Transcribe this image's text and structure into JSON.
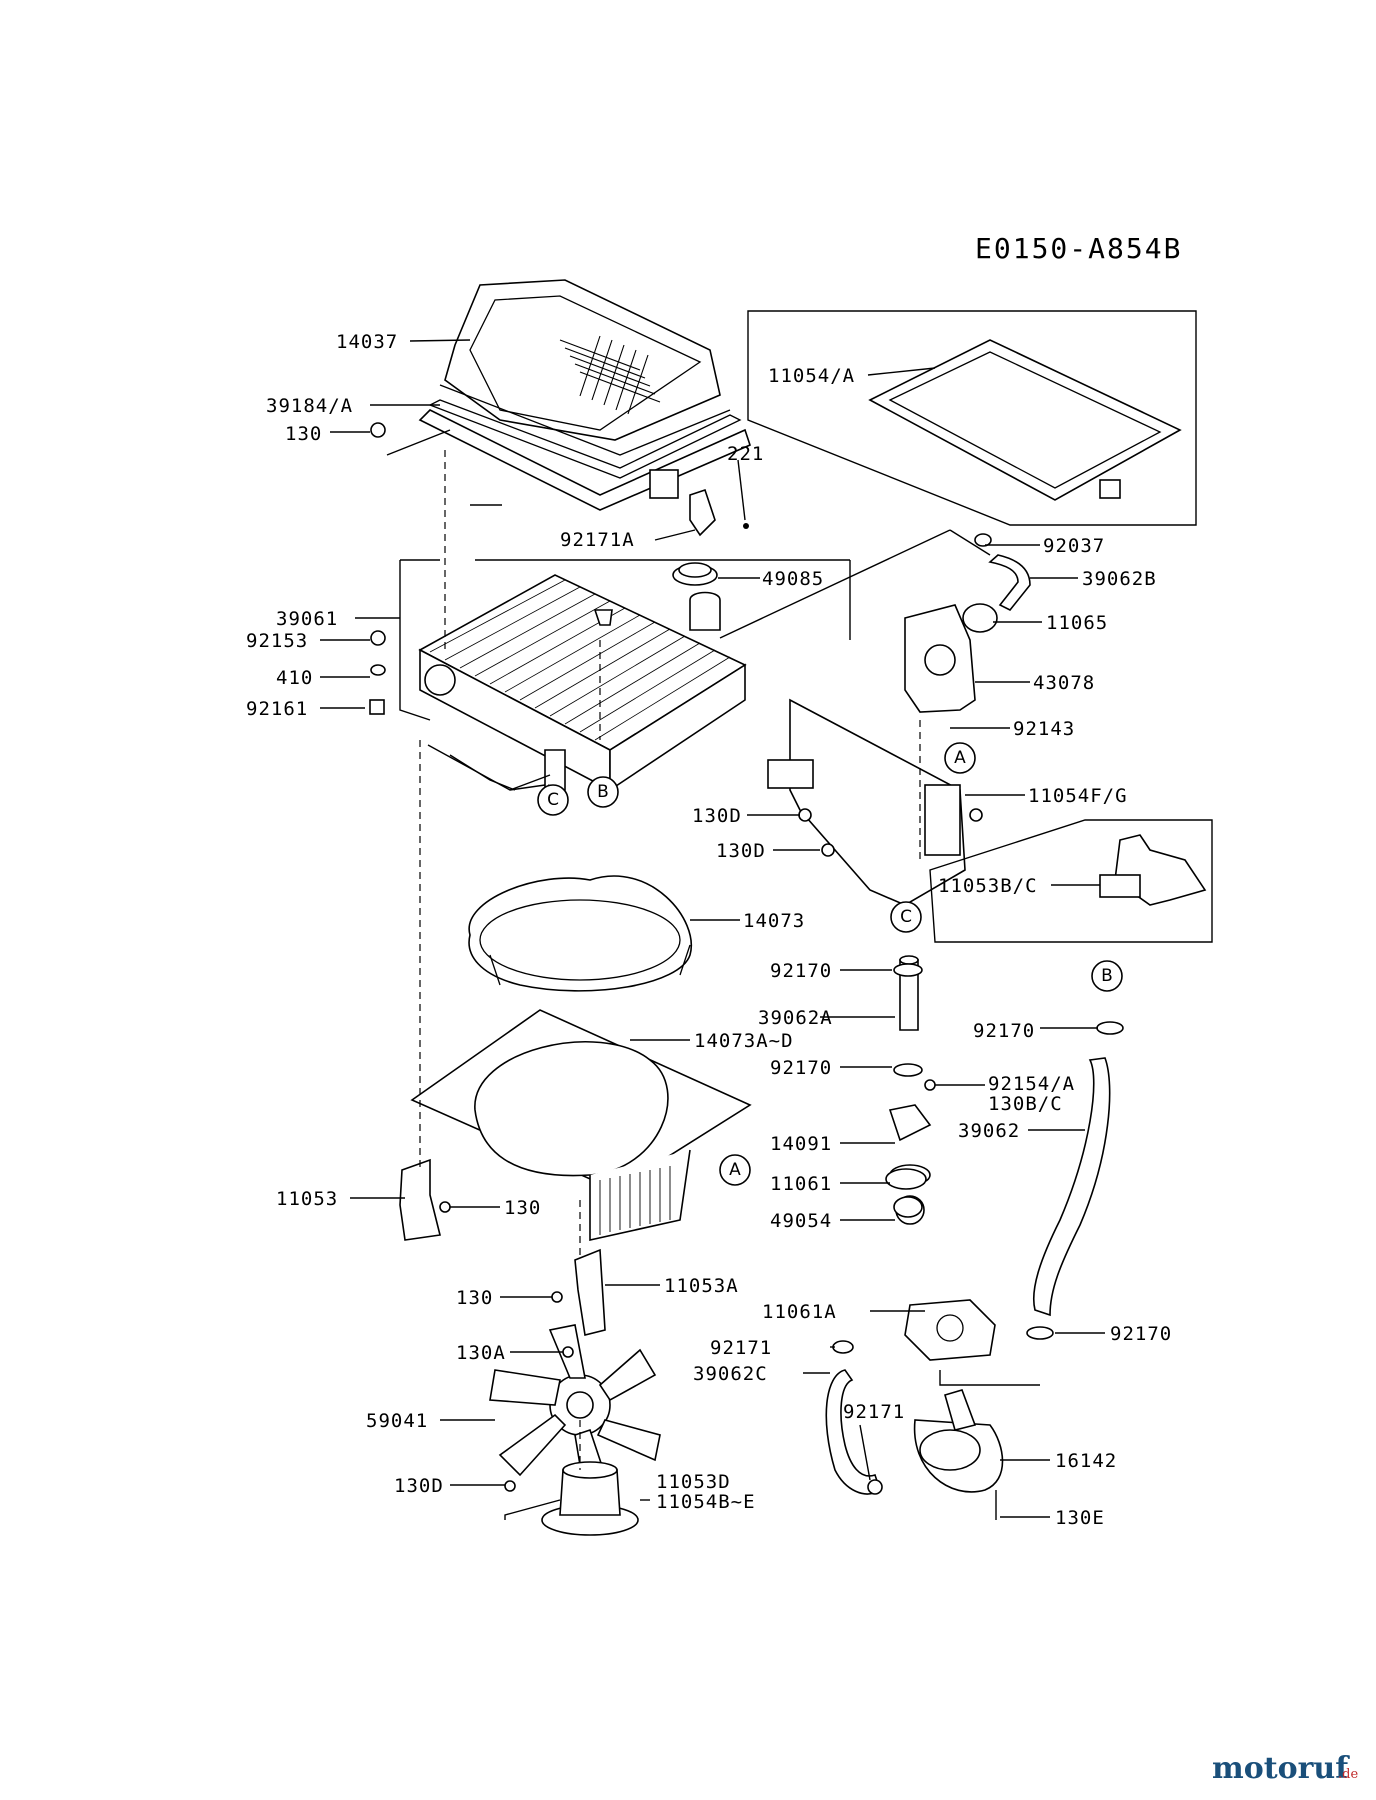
{
  "diagram_code": "E0150-A854B",
  "watermark": {
    "main": "motoruf",
    "suffix": ".de"
  },
  "callouts": {
    "a": "A",
    "b": "B",
    "c": "C"
  },
  "labels": {
    "p14037": "14037",
    "p39184": "39184/A",
    "p130_top": "130",
    "p221": "221",
    "p92171A": "92171A",
    "p11054": "11054/A",
    "p92037": "92037",
    "p39062B": "39062B",
    "p49085": "49085",
    "p11065": "11065",
    "p39061": "39061",
    "p92153": "92153",
    "p410": "410",
    "p92161": "92161",
    "p43078": "43078",
    "p92143": "92143",
    "p11054FG": "11054F/G",
    "p130D_1": "130D",
    "p130D_2": "130D",
    "p11053BC": "11053B/C",
    "p14073": "14073",
    "p92170_1": "92170",
    "p39062A": "39062A",
    "p92170_2": "92170",
    "p92170_3": "92170",
    "p92154": "92154/A",
    "p130BC": "130B/C",
    "p14073AD": "14073A~D",
    "p14091": "14091",
    "p39062": "39062",
    "p11061": "11061",
    "p49054": "49054",
    "p11053": "11053",
    "p130_mid": "130",
    "p11053A": "11053A",
    "p130_low": "130",
    "p11061A": "11061A",
    "p92171_1": "92171",
    "p92170_4": "92170",
    "p130A": "130A",
    "p39062C": "39062C",
    "p92171_2": "92171",
    "p59041": "59041",
    "p16142": "16142",
    "p130D_3": "130D",
    "p11053D": "11053D",
    "p11054BE": "11054B~E",
    "p130E": "130E"
  }
}
